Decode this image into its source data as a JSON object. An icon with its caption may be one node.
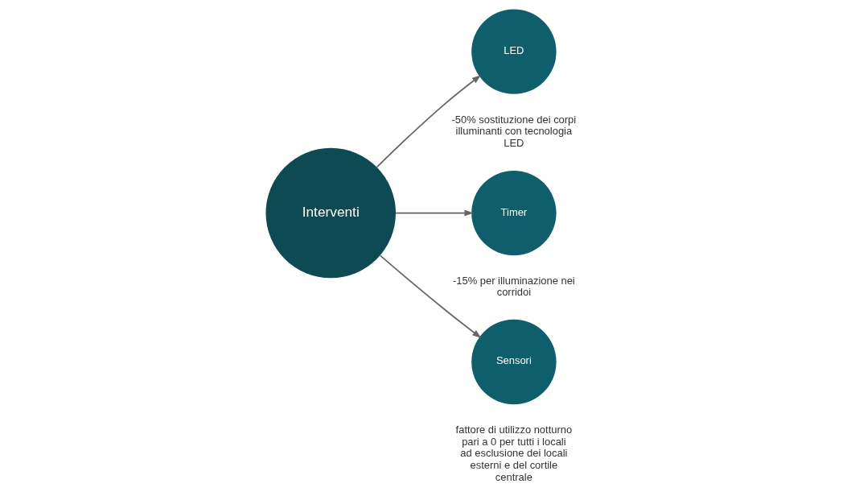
{
  "diagram": {
    "nodes": [
      {
        "text": [
          "Interventi"
        ]
      },
      {
        "text": [
          "LED"
        ],
        "beside": [
          "-50% sostituzione dei corpi illuminanti con tecnologia LED"
        ]
      },
      {
        "text": [
          "Timer"
        ],
        "beside": [
          "-15% per illuminazione nei corridoi"
        ]
      },
      {
        "text": [
          "Sensori"
        ]
      }
    ],
    "edges": [
      {
        "from": 0,
        "to": 1,
        "arrow": "to"
      },
      {
        "from": 0,
        "to": 2,
        "arrow": "to"
      },
      {
        "from": 0,
        "to": 3,
        "arrow": "to"
      }
    ],
    "labels": [
      "fattore di utilizzo notturno pari a 0 per tutti i locali ad esclusione dei locali esterni e del cortile centrale"
    ]
  }
}
